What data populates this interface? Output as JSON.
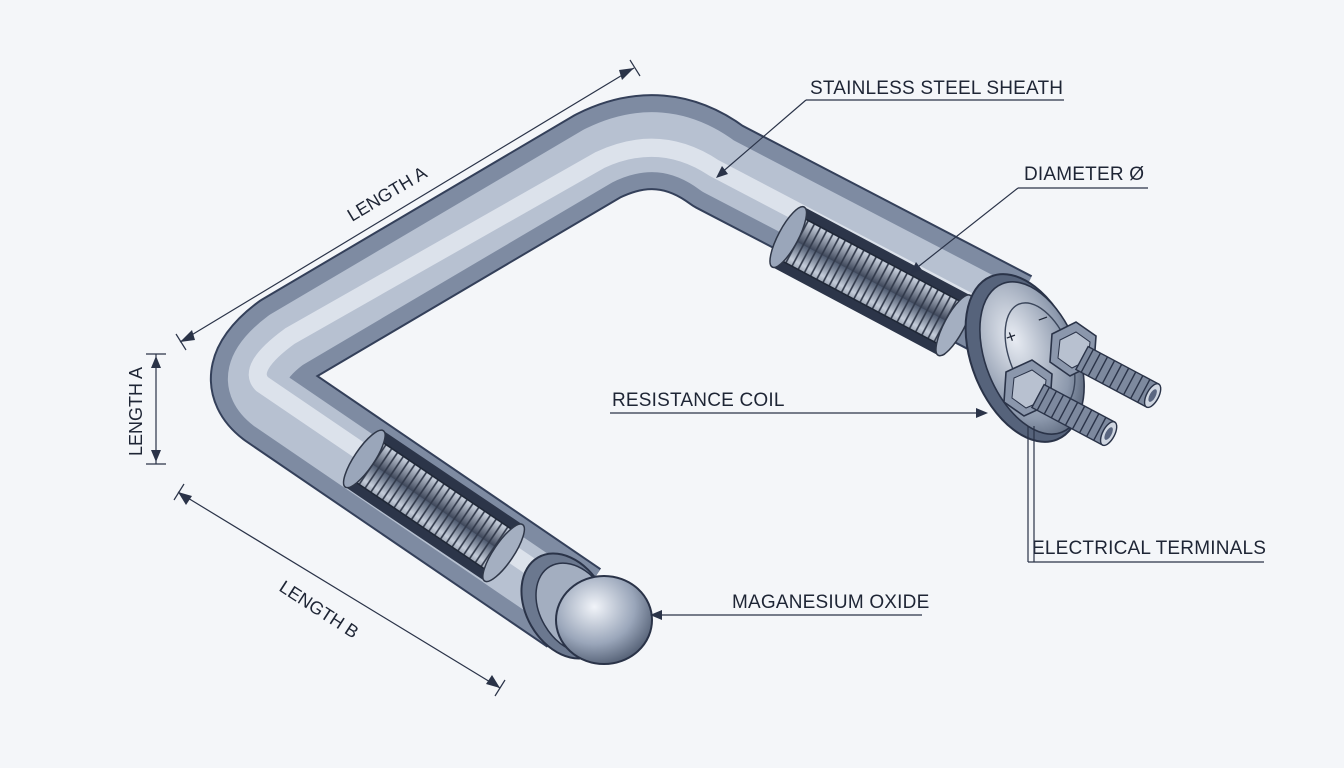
{
  "labels": {
    "sheath": "STAINLESS STEEL SHEATH",
    "diameter": "DIAMETER Ø",
    "coil": "RESISTANCE COIL",
    "terminals": "ELECTRICAL TERMINALS",
    "oxide": "MAGANESIUM OXIDE"
  },
  "dimensions": {
    "top_length": "LENGTH A",
    "side_length": "LENGTH A",
    "bottom_length": "LENGTH B"
  },
  "polarity": {
    "positive": "+",
    "negative": "−"
  },
  "colors": {
    "background": "#f4f6f9",
    "steel_dark": "#5a6a82",
    "steel_light": "#e4e9f2",
    "ink": "#1e2535"
  }
}
